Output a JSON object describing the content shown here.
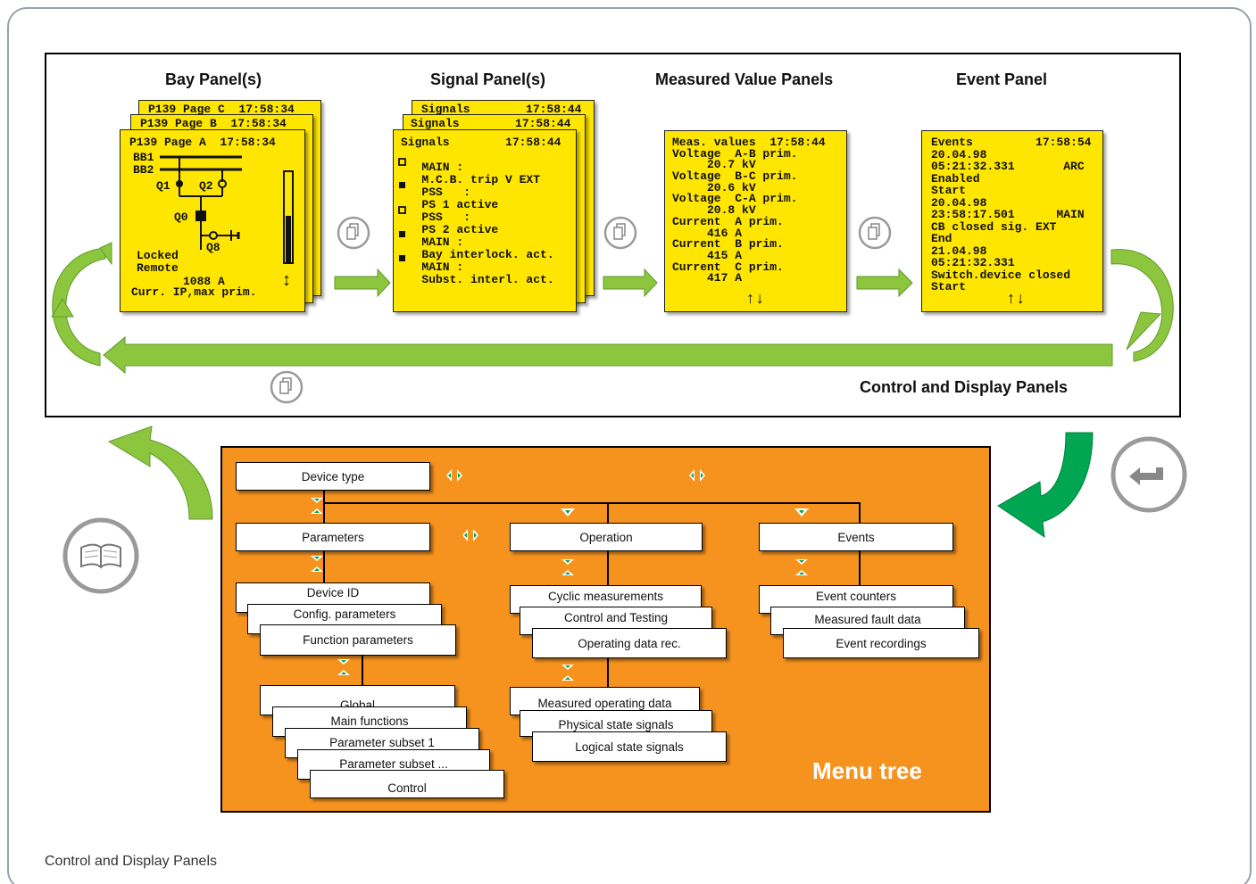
{
  "caption": "Control and Display Panels",
  "panels_section": {
    "label": "Control and Display Panels",
    "bay": {
      "title": "Bay Panel(s)",
      "page_c": "P139 Page C  17:58:34",
      "page_b": "P139 Page B  17:58:34",
      "page_a": "P139 Page A  17:58:34",
      "bb1": "BB1",
      "bb2": "BB2",
      "q1": "Q1",
      "q2": "Q2",
      "q0": "Q0",
      "q8": "Q8",
      "locked": "Locked",
      "remote": "Remote",
      "value": "1088 A",
      "quantity": "Curr. IP,max prim."
    },
    "signal": {
      "title": "Signal Panel(s)",
      "back2": "Signals        17:58:44",
      "back1": "Signals        17:58:44",
      "lines": [
        "Signals        17:58:44",
        "",
        "   MAIN :",
        "   M.C.B. trip V EXT",
        "   PSS   :",
        "   PS 1 active",
        "   PSS   :",
        "   PS 2 active",
        "   MAIN :",
        "   Bay interlock. act.",
        "   MAIN :",
        "   Subst. interl. act."
      ]
    },
    "measured": {
      "title": "Measured Value Panels",
      "lines": [
        "Meas. values  17:58:44",
        "Voltage  A-B prim.",
        "     20.7 kV",
        "Voltage  B-C prim.",
        "     20.6 kV",
        "Voltage  C-A prim.",
        "     20.8 kV",
        "Current  A prim.",
        "     416 A",
        "Current  B prim.",
        "     415 A",
        "Current  C prim.",
        "     417 A"
      ]
    },
    "event": {
      "title": "Event Panel",
      "lines": [
        "Events         17:58:54",
        "20.04.98",
        "05:21:32.331       ARC",
        "Enabled",
        "Start",
        "20.04.98",
        "23:58:17.501      MAIN",
        "CB closed sig. EXT",
        "End",
        "21.04.98",
        "05:21:32.331",
        "Switch.device closed",
        "Start"
      ]
    }
  },
  "menu_tree": {
    "title": "Menu tree",
    "device_type": "Device type",
    "parameters": {
      "label": "Parameters",
      "items": [
        "Device ID",
        "Config. parameters",
        "Function parameters"
      ],
      "sub": [
        "Global",
        "Main functions",
        "Parameter subset 1",
        "Parameter subset ...",
        "Control"
      ]
    },
    "operation": {
      "label": "Operation",
      "items": [
        "Cyclic measurements",
        "Control and Testing",
        "Operating data rec."
      ],
      "sub": [
        "Measured operating data",
        "Physical state signals",
        "Logical state signals"
      ]
    },
    "events": {
      "label": "Events",
      "items": [
        "Event counters",
        "Measured fault data",
        "Event recordings"
      ]
    }
  },
  "colors": {
    "lcd": "#ffe600",
    "menu": "#f6931e",
    "arrow_light": "#8cc63f",
    "arrow_dark": "#00a651"
  },
  "icons": [
    "copy-icon",
    "book-icon",
    "enter-key-icon",
    "up-down-key-icon",
    "left-right-key-icon",
    "scroll-arrows-icon"
  ]
}
